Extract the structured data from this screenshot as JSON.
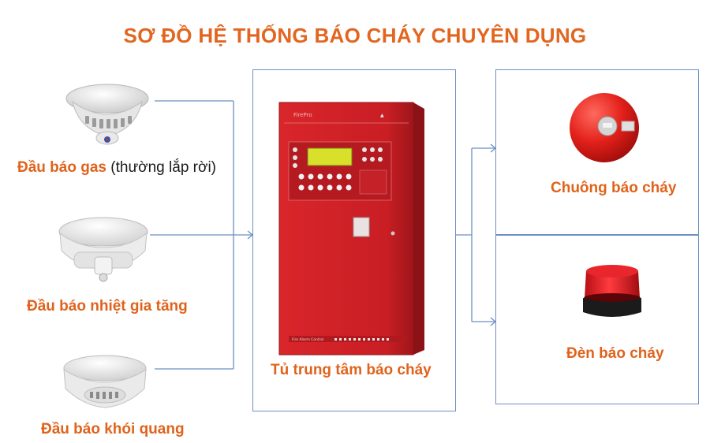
{
  "title": "SƠ ĐỒ HỆ THỐNG BÁO CHÁY CHUYÊN DỤNG",
  "inputs": [
    {
      "label": "Đầu báo gas",
      "note": "(thường lắp rời)"
    },
    {
      "label": "Đầu báo nhiệt gia tăng"
    },
    {
      "label": "Đầu báo khói quang"
    }
  ],
  "center": {
    "label": "Tủ trung tâm báo cháy",
    "panel_brand": "FirePro",
    "panel_text": "Fire Alarm Control"
  },
  "outputs": [
    {
      "label": "Chuông báo cháy"
    },
    {
      "label": "Đèn báo cháy"
    }
  ],
  "colors": {
    "title": "#e2661f",
    "label": "#e0631c",
    "line": "#6d8fc4",
    "panel": "#c81e24"
  }
}
